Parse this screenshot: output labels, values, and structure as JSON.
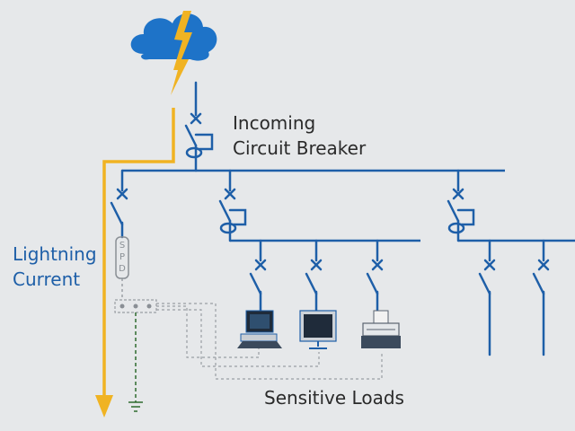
{
  "labels": {
    "incoming_line1": "Incoming",
    "incoming_line2": "Circuit Breaker",
    "lightning_line1": "Lightning",
    "lightning_line2": "Current",
    "sensitive_loads": "Sensitive Loads",
    "spd_s": "S",
    "spd_p": "P",
    "spd_d": "D"
  },
  "colors": {
    "background": "#e6e8ea",
    "wire": "#1e5fa8",
    "lightning": "#f0b323",
    "ground": "#2e6b2e",
    "cloud": "#1e73c8",
    "dashed": "#9a9ea3",
    "text": "#2a2a2a"
  },
  "icons": [
    "storm-cloud-icon",
    "lightning-bolt-icon",
    "computer-icon",
    "monitor-icon",
    "printer-icon",
    "ground-icon"
  ]
}
